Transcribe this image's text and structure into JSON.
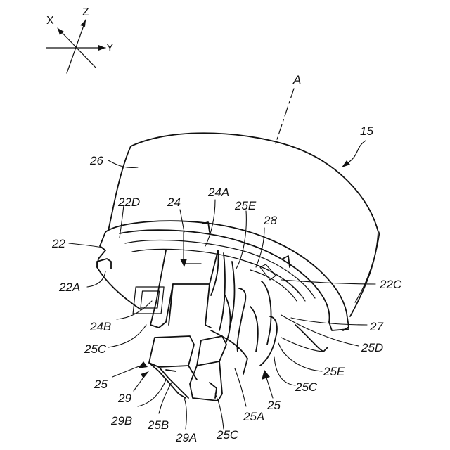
{
  "axes": {
    "x": "X",
    "y": "Y",
    "z": "Z"
  },
  "labels": {
    "axis_a": "A",
    "n15": "15",
    "n26": "26",
    "n22D": "22D",
    "n24": "24",
    "n24A": "24A",
    "n25E_top": "25E",
    "n28": "28",
    "n22": "22",
    "n22A": "22A",
    "n22C": "22C",
    "n27": "27",
    "n24B": "24B",
    "n25D": "25D",
    "n25C_left": "25C",
    "n25E_right": "25E",
    "n25_left": "25",
    "n25C_right": "25C",
    "n29": "29",
    "n25_bottom": "25",
    "n29B": "29B",
    "n25B": "25B",
    "n25A": "25A",
    "n29A": "29A",
    "n25C_bottom": "25C"
  }
}
